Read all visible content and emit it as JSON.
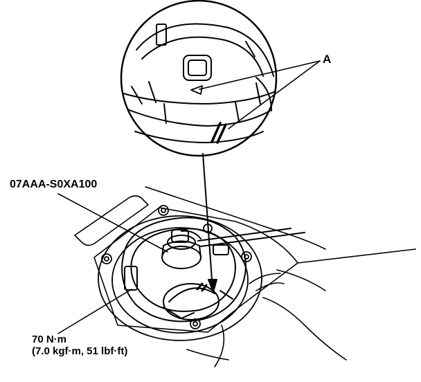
{
  "labels": {
    "callout_a": "A",
    "tool_number": "07AAA-S0XA100",
    "torque_line1": "70 N·m",
    "torque_line2": "(7.0 kgf·m, 51 lbf·ft)"
  },
  "colors": {
    "ink": "#000000",
    "paper": "#ffffff"
  }
}
